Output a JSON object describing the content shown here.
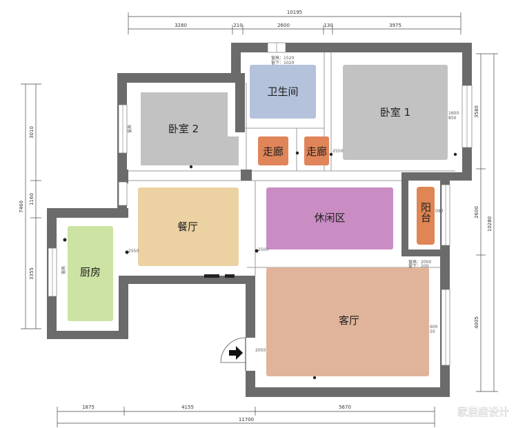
{
  "plan": {
    "watermark": "家居唐设计",
    "colors": {
      "wall": "#6b6b6b",
      "bedroom": "#c2c2c2",
      "bathroom": "#b4c2dc",
      "corridor": "#e0855a",
      "leisure": "#c98dc3",
      "balcony": "#df8654",
      "dining": "#ecd2a2",
      "living": "#dfb49a",
      "kitchen": "#cde3a3"
    },
    "rooms": [
      {
        "id": "bathroom",
        "label": "卫生间"
      },
      {
        "id": "bedroom1",
        "label": "卧室 1"
      },
      {
        "id": "bedroom2",
        "label": "卧室 2"
      },
      {
        "id": "corridor1",
        "label": "走廊"
      },
      {
        "id": "corridor2",
        "label": "走廊"
      },
      {
        "id": "leisure",
        "label": "休闲区"
      },
      {
        "id": "balcony",
        "label": "阳台"
      },
      {
        "id": "dining",
        "label": "餐厅"
      },
      {
        "id": "kitchen",
        "label": "厨房"
      },
      {
        "id": "living",
        "label": "客厅"
      }
    ],
    "dimensions": {
      "top_total": "10195",
      "top_segments": [
        "3280",
        "210",
        "2600",
        "130",
        "3975"
      ],
      "bottom_total": "11700",
      "bottom_segments": [
        "1875",
        "4155",
        "5670"
      ],
      "left_total": "7460",
      "left_segments": [
        "3010",
        "1160",
        "3355"
      ],
      "right_total": "10280",
      "right_segments": [
        "3580",
        "2600",
        "4005"
      ]
    },
    "annotations": {
      "corridor_height": "2550",
      "dining_height": "2550",
      "leisure_height": "2500",
      "entry_height": "2050",
      "bath_window": "窗高：1520",
      "bath_sill": "窗下：1020",
      "balcony_window": "窗高：2000",
      "balcony_sill": "窗下：200",
      "bed1_window_a": "1600",
      "bed1_window_b": "850",
      "balcony_side": "090",
      "living_window_a": "600",
      "living_window_b": "50",
      "bed2_window": "窗高",
      "kitchen_window": "窗高"
    }
  }
}
